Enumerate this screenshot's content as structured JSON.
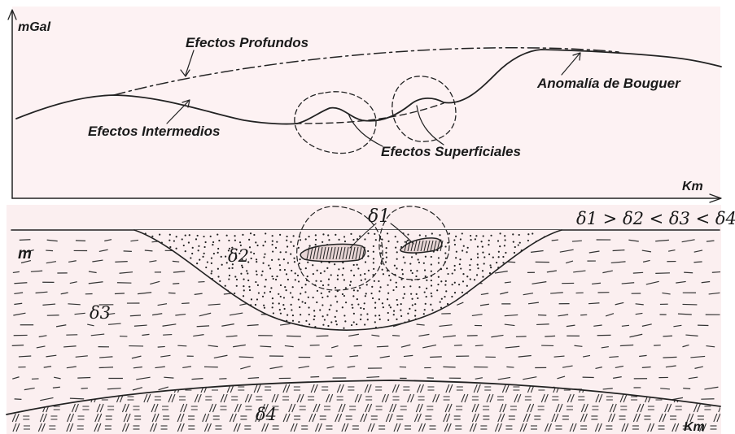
{
  "top_panel": {
    "y_axis_label": "mGal",
    "x_axis_label": "Km",
    "labels": {
      "deep": "Efectos Profundos",
      "bouguer": "Anomalía de Bouguer",
      "intermediate": "Efectos Intermedios",
      "superficial": "Efectos Superficiales"
    },
    "colors": {
      "background": "#fdf2f3",
      "ink": "#222222"
    }
  },
  "bottom_panel": {
    "density_relation": "δ1 > δ2 < δ3 < δ4",
    "layer_m": "m",
    "delta1": "δ1",
    "delta2": "δ2",
    "delta3": "δ3",
    "delta4": "δ4",
    "x_axis_label": "Km",
    "colors": {
      "background": "#fbeff0",
      "ink": "#222222"
    }
  }
}
